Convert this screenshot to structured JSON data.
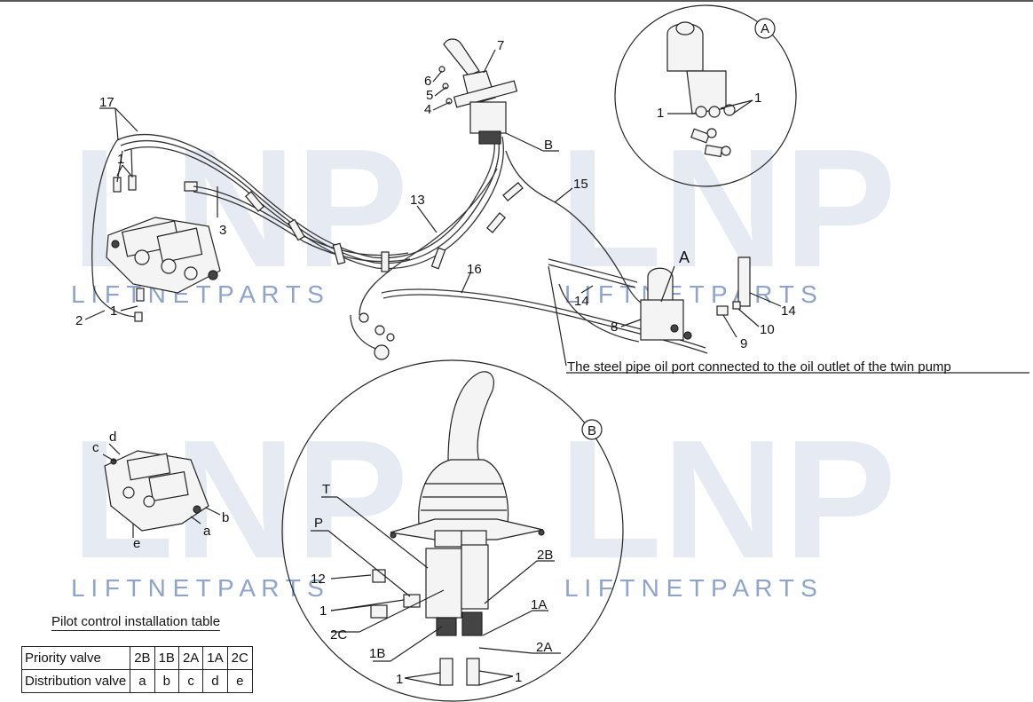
{
  "watermark": {
    "logo_text": "LNP",
    "brand_line_1": "L I F T N E T   P A R T S",
    "brand_line_2": "L I F T N E T   P A R T S",
    "brand_line_3": "L I F T N E T   P A R T S",
    "brand_line_4": "L I F T N E T   P A R T S"
  },
  "callouts": {
    "n1a": "1",
    "n1b": "1",
    "n1c": "1",
    "n1d": "1",
    "n1e": "1",
    "n1f": "1",
    "n1g": "1",
    "n2": "2",
    "n3": "3",
    "n4": "4",
    "n5": "5",
    "n6": "6",
    "n7": "7",
    "n8": "8",
    "n9": "9",
    "n10": "10",
    "n12": "12",
    "n13": "13",
    "n14a": "14",
    "n14b": "14",
    "n15": "15",
    "n16": "16",
    "n17": "17",
    "detail_a_marker": "A",
    "detail_a_label": "A",
    "detail_b_marker": "B",
    "detail_b_label": "B",
    "port_t": "T",
    "port_p": "P",
    "port_1a": "1A",
    "port_1b": "1B",
    "port_2a": "2A",
    "port_2b": "2B",
    "port_2c": "2C",
    "valve_a": "a",
    "valve_b": "b",
    "valve_c": "c",
    "valve_d": "d",
    "valve_e": "e"
  },
  "note": "The steel pipe oil port connected to the oil outlet of the twin pump",
  "table": {
    "title": "Pilot control installation table",
    "rows": [
      {
        "head": "Priority valve",
        "cells": [
          "2B",
          "1B",
          "2A",
          "1A",
          "2C"
        ]
      },
      {
        "head": "Distribution valve",
        "cells": [
          "a",
          "b",
          "c",
          "d",
          "e"
        ]
      }
    ]
  }
}
